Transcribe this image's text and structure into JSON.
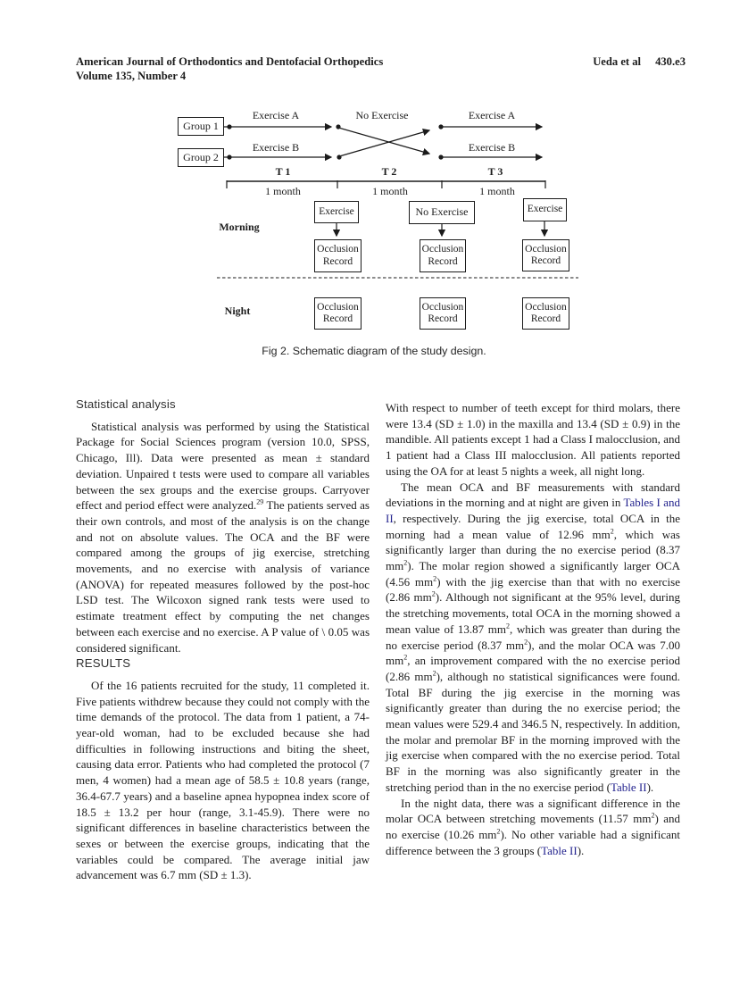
{
  "header": {
    "journal": "American Journal of Orthodontics and Dentofacial Orthopedics",
    "volume": "Volume 135, Number 4",
    "authors": "Ueda et al",
    "page": "430.e3"
  },
  "figure": {
    "group1": "Group 1",
    "group2": "Group 2",
    "seg1_top_label": "Exercise A",
    "seg1_bottom_label": "Exercise B",
    "seg2_label": "No Exercise",
    "seg3_top_label": "Exercise A",
    "seg3_bottom_label": "Exercise B",
    "t_labels": [
      "T 1",
      "T 2",
      "T 3"
    ],
    "month_labels": [
      "1 month",
      "1 month",
      "1 month"
    ],
    "morning": "Morning",
    "night": "Night",
    "exercise_boxes": [
      "Exercise",
      "No Exercise",
      "Exercise"
    ],
    "occlusion_record": "Occlusion\nRecord",
    "caption": "Fig 2. Schematic diagram of the study design."
  },
  "article": {
    "statistical_heading": "Statistical analysis",
    "statistical_paragraph": [
      {
        "t": "Statistical analysis was performed by using the Statistical Package for Social Sciences program (version 10.0, SPSS, Chicago, Ill). Data were presented as mean ± standard deviation. Unpaired t tests were used to compare all variables between the sex groups and the exercise groups. Carryover effect and period effect were analyzed."
      },
      {
        "t": "29",
        "sup": true
      },
      {
        "t": " The patients served as their own controls, and most of the analysis is on the change and not on absolute values. The OCA and the BF were compared among the groups of jig exercise, stretching movements, and no exercise with analysis of variance (ANOVA) for repeated measures followed by the post-hoc LSD test. The Wilcoxon signed rank tests were used to estimate treatment effect by computing the net changes between each exercise and no exercise. A P value of \\ 0.05 was considered significant."
      }
    ],
    "results_heading": "RESULTS",
    "results_paragraph": [
      {
        "t": "Of the 16 patients recruited for the study, 11 completed it. Five patients withdrew because they could not comply with the time demands of the protocol. The data from 1 patient, a 74-year-old woman, had to be excluded because she had difficulties in following instructions and biting the sheet, causing data error. Patients who had completed the protocol (7 men, 4 women) had a mean age of 58.5 ± 10.8 years (range, 36.4-67.7 years) and a baseline apnea hypopnea index score of 18.5 ± 13.2 per hour (range, 3.1-45.9). There were no significant differences in baseline characteristics between the sexes or between the exercise groups, indicating that the variables could be compared. The average initial jaw advancement was 6.7 mm (SD ± 1.3)."
      }
    ],
    "right_paragraph1": [
      {
        "t": "With respect to number of teeth except for third molars, there were 13.4 (SD ± 1.0) in the maxilla and 13.4 (SD ± 0.9) in the mandible. All patients except 1 had a Class I malocclusion, and 1 patient had a Class III malocclusion. All patients reported using the OA for at least 5 nights a week, all night long."
      }
    ],
    "right_paragraph2": [
      {
        "t": "The mean OCA and BF measurements with standard deviations in the morning and at night are given in "
      },
      {
        "t": "Tables I and II",
        "link": true
      },
      {
        "t": ", respectively. During the jig exercise, total OCA in the morning had a mean value of 12.96 mm"
      },
      {
        "t": "2",
        "sup": true
      },
      {
        "t": ", which was significantly larger than during the no exercise period (8.37 mm"
      },
      {
        "t": "2",
        "sup": true
      },
      {
        "t": "). The molar region showed a significantly larger OCA (4.56 mm"
      },
      {
        "t": "2",
        "sup": true
      },
      {
        "t": ") with the jig exercise than that with no exercise (2.86 mm"
      },
      {
        "t": "2",
        "sup": true
      },
      {
        "t": "). Although not significant at the 95% level, during the stretching movements, total OCA in the morning showed a mean value of 13.87 mm"
      },
      {
        "t": "2",
        "sup": true
      },
      {
        "t": ", which was greater than during the no exercise period (8.37 mm"
      },
      {
        "t": "2",
        "sup": true
      },
      {
        "t": "), and the molar OCA was 7.00 mm"
      },
      {
        "t": "2",
        "sup": true
      },
      {
        "t": ", an improvement compared with the no exercise period (2.86 mm"
      },
      {
        "t": "2",
        "sup": true
      },
      {
        "t": "), although no statistical significances were found. Total BF during the jig exercise in the morning was significantly greater than during the no exercise period; the mean values were 529.4 and 346.5 N, respectively. In addition, the molar and premolar BF in the morning improved with the jig exercise when compared with the no exercise period. Total BF in the morning was also significantly greater in the stretching period than in the no exercise period ("
      },
      {
        "t": "Table II",
        "link": true
      },
      {
        "t": ")."
      }
    ],
    "right_paragraph3": [
      {
        "t": "In the night data, there was a significant difference in the molar OCA between stretching movements (11.57 mm"
      },
      {
        "t": "2",
        "sup": true
      },
      {
        "t": ") and no exercise (10.26 mm"
      },
      {
        "t": "2",
        "sup": true
      },
      {
        "t": "). No other variable had a significant difference between the 3 groups ("
      },
      {
        "t": "Table II",
        "link": true
      },
      {
        "t": ")."
      }
    ]
  }
}
